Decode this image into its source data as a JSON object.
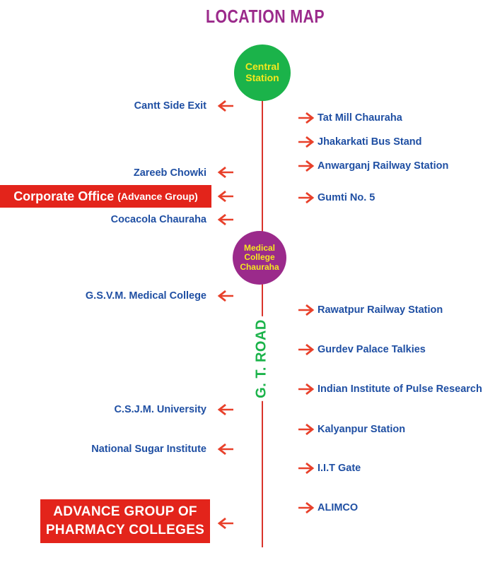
{
  "title": "LOCATION MAP",
  "road_label": "G. T. ROAD",
  "central_station": {
    "line1": "Central",
    "line2": "Station"
  },
  "medical_college": {
    "line1": "Medical",
    "line2": "College",
    "line3": "Chauraha"
  },
  "left_stops": [
    "Cantt Side Exit",
    "Zareeb Chowki",
    "Cocacola Chauraha",
    "G.S.V.M. Medical College",
    "C.S.J.M. University",
    "National Sugar Institute"
  ],
  "right_stops": [
    "Tat Mill Chauraha",
    "Jhakarkati Bus Stand",
    "Anwarganj Railway Station",
    "Gumti No. 5",
    "Rawatpur Railway Station",
    "Gurdev Palace Talkies",
    "Indian Institute of Pulse Research",
    "Kalyanpur Station",
    "I.I.T Gate",
    "ALIMCO"
  ],
  "corporate_office": {
    "main": "Corporate Office",
    "sub": "(Advance Group)"
  },
  "destination": {
    "line1": "ADVANCE GROUP OF",
    "line2": "PHARMACY COLLEGES"
  },
  "colors": {
    "title": "#9b2a8b",
    "labels": "#1f4fa3",
    "road": "#d9342b",
    "central_station_fill": "#1bb34a",
    "medical_college_fill": "#9b2a8b",
    "highlight_box": "#e3241b",
    "arrow_head": "#e8402a",
    "arrow_tail": "#f2d24a"
  }
}
